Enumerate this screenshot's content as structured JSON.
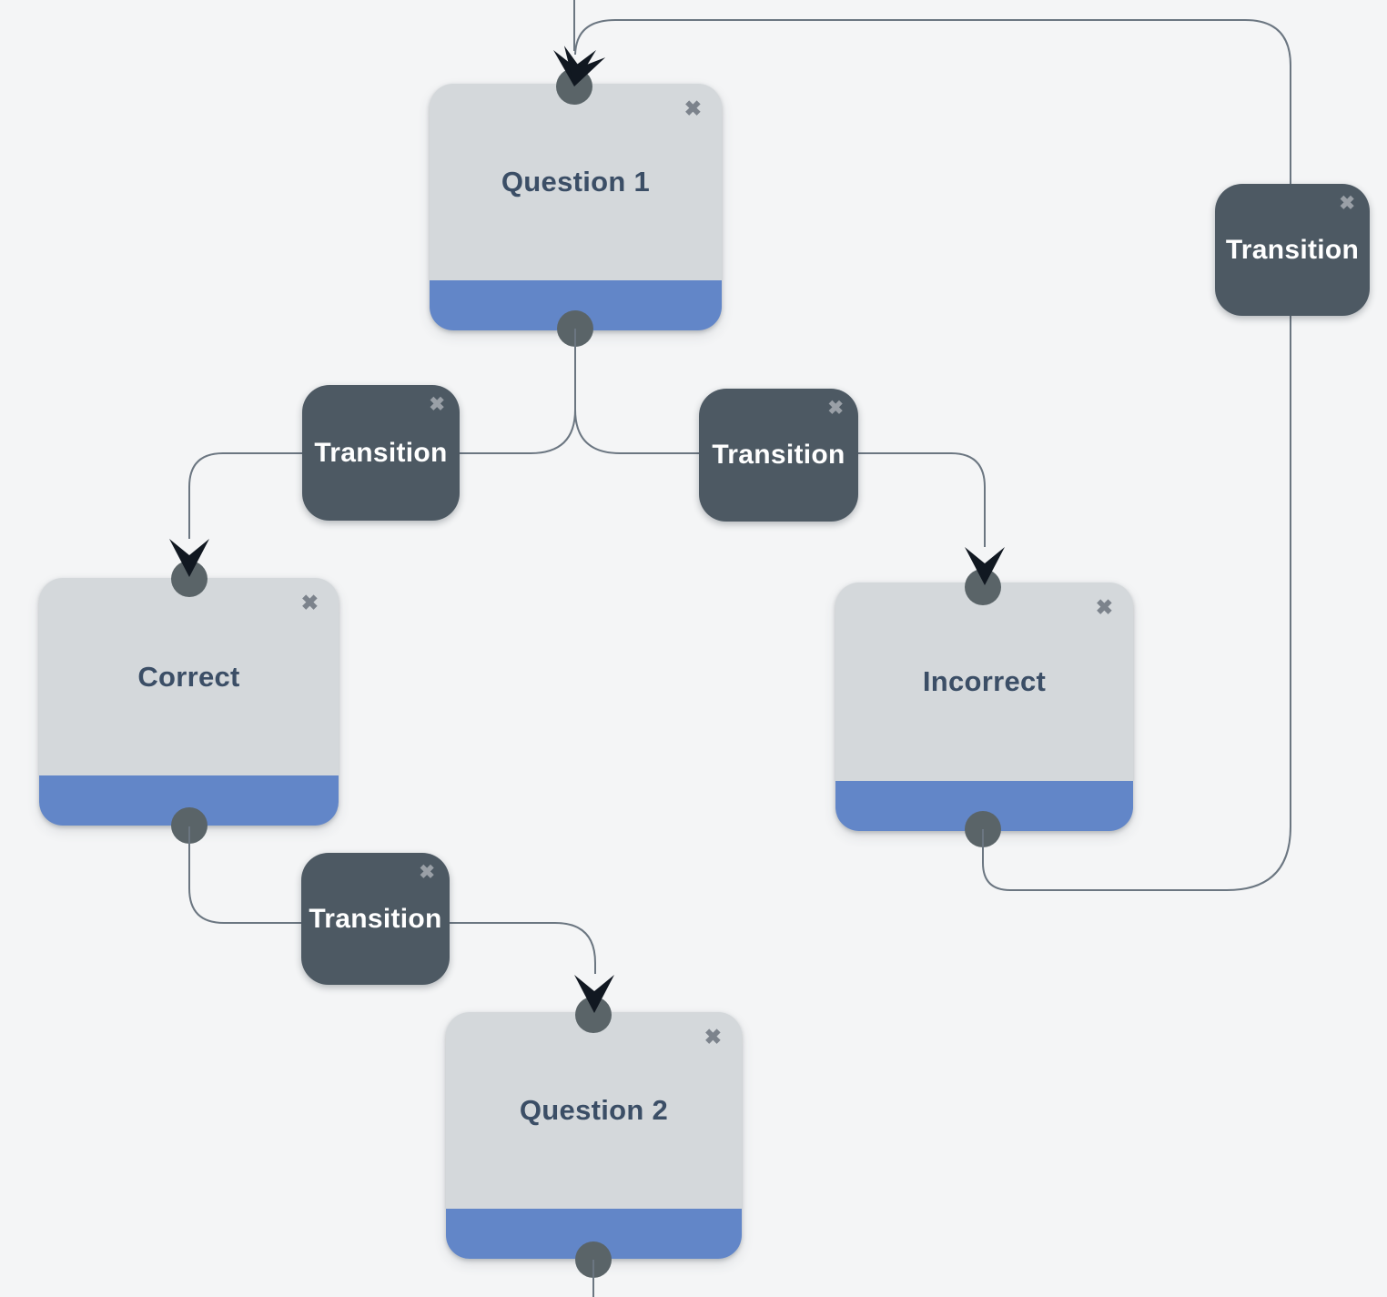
{
  "diagram": {
    "states": {
      "question1": {
        "label": "Question 1"
      },
      "correct": {
        "label": "Correct"
      },
      "incorrect": {
        "label": "Incorrect"
      },
      "question2": {
        "label": "Question 2"
      }
    },
    "transitions": {
      "incorrect_to_question1": {
        "label": "Transition"
      },
      "question1_to_correct": {
        "label": "Transition"
      },
      "question1_to_incorrect": {
        "label": "Transition"
      },
      "correct_to_question2": {
        "label": "Transition"
      }
    },
    "icons": {
      "close": "✖"
    },
    "colors": {
      "canvas_bg": "#f4f5f6",
      "state_body": "#d4d8db",
      "state_footer": "#6286c8",
      "state_title_text": "#3b4e66",
      "transition_bg": "#4d5963",
      "transition_text": "#ffffff",
      "connector": "#6b7681",
      "arrowhead": "#111821",
      "endpoint": "#5a6468",
      "close_icon_state": "#7c838c",
      "close_icon_transition": "#9aa0a7"
    }
  }
}
